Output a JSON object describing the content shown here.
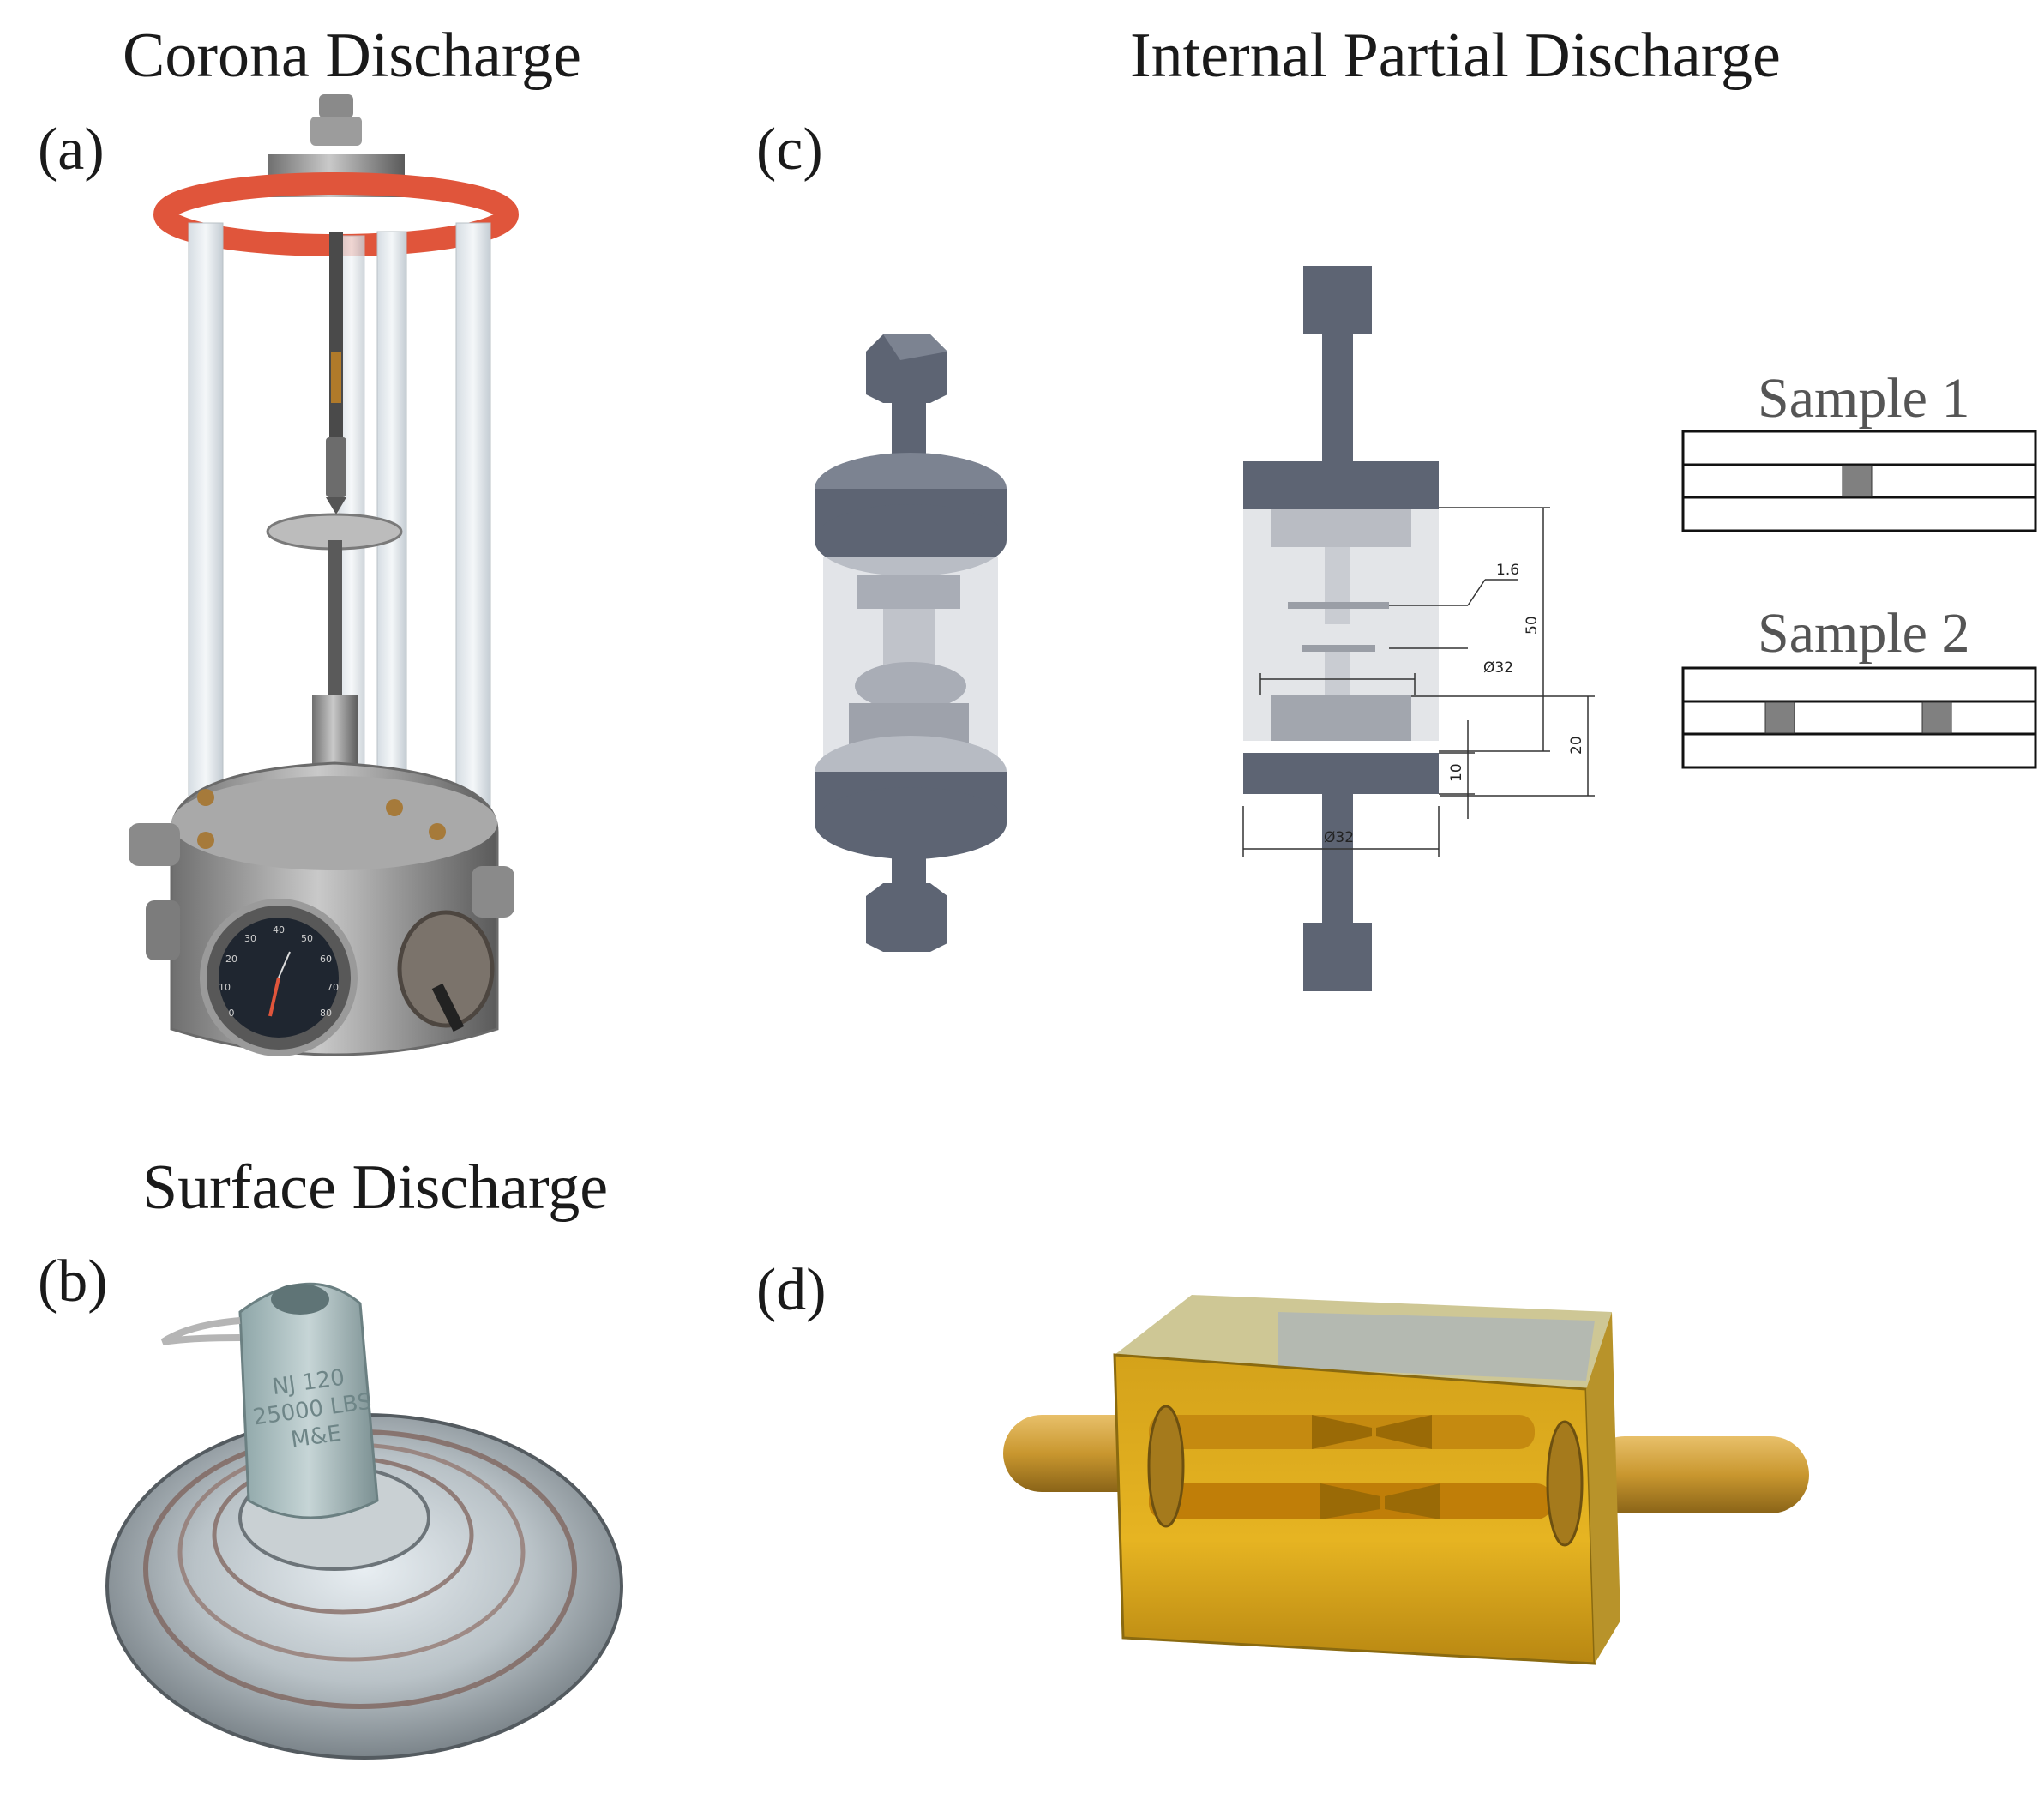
{
  "titles": {
    "corona": "Corona Discharge",
    "internal": "Internal Partial Discharge",
    "surface": "Surface Discharge"
  },
  "panel_labels": {
    "a": "(a)",
    "b": "(b)",
    "c": "(c)",
    "d": "(d)"
  },
  "gauge_ticks": [
    "0",
    "10",
    "20",
    "30",
    "40",
    "50",
    "60",
    "70",
    "80"
  ],
  "insulator_text": [
    "NJ 120",
    "25000 LBS",
    "M&E"
  ],
  "dimensions": {
    "gap": "1.6",
    "height_total": "50",
    "inner_diameter": "Ø32",
    "electrode_height": "20",
    "plate_thickness": "10",
    "outer_diameter": "Ø32"
  },
  "samples": [
    {
      "label": "Sample 1",
      "voids": 1
    },
    {
      "label": "Sample 2",
      "voids": 2
    }
  ],
  "colors": {
    "cad_gray": "#5d6473",
    "cad_light": "#a9adb6",
    "void_fill": "#808080",
    "oil_yellow": "#e6b422",
    "brass": "#c9972f",
    "ring_red": "#e0553b"
  }
}
